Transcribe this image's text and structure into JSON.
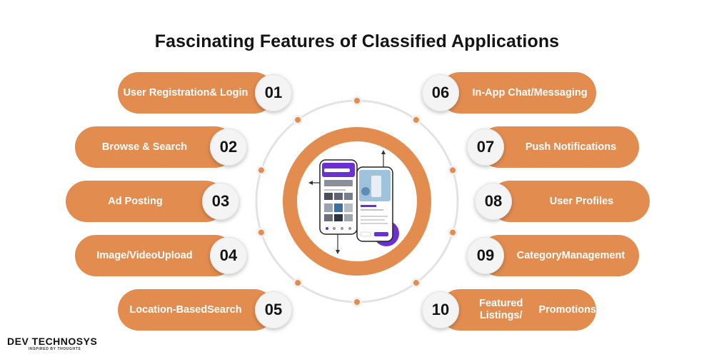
{
  "title": "Fascinating Features of Classified Applications",
  "colors": {
    "pill": "#e38c4f",
    "center_ring": "#e38c4f",
    "dot": "#e38c4f",
    "text_dark": "#141414",
    "phone_accent": "#6b2fd6"
  },
  "features": [
    {
      "number": "01",
      "lines": [
        "User Registration",
        "& Login"
      ]
    },
    {
      "number": "02",
      "lines": [
        "Browse & Search"
      ]
    },
    {
      "number": "03",
      "lines": [
        "Ad Posting"
      ]
    },
    {
      "number": "04",
      "lines": [
        "Image/Video",
        "Upload"
      ]
    },
    {
      "number": "05",
      "lines": [
        "Location-Based",
        "Search"
      ]
    },
    {
      "number": "06",
      "lines": [
        "In-App Chat/",
        "Messaging"
      ]
    },
    {
      "number": "07",
      "lines": [
        "Push Notifications"
      ]
    },
    {
      "number": "08",
      "lines": [
        "User Profiles"
      ]
    },
    {
      "number": "09",
      "lines": [
        "Category",
        "Management"
      ]
    },
    {
      "number": "10",
      "lines": [
        "Featured Listings/",
        "Promotions"
      ]
    }
  ],
  "logo": {
    "brand": "DEV TECHNOSYS",
    "tagline": "INSPIRED BY THOUGHTS"
  }
}
